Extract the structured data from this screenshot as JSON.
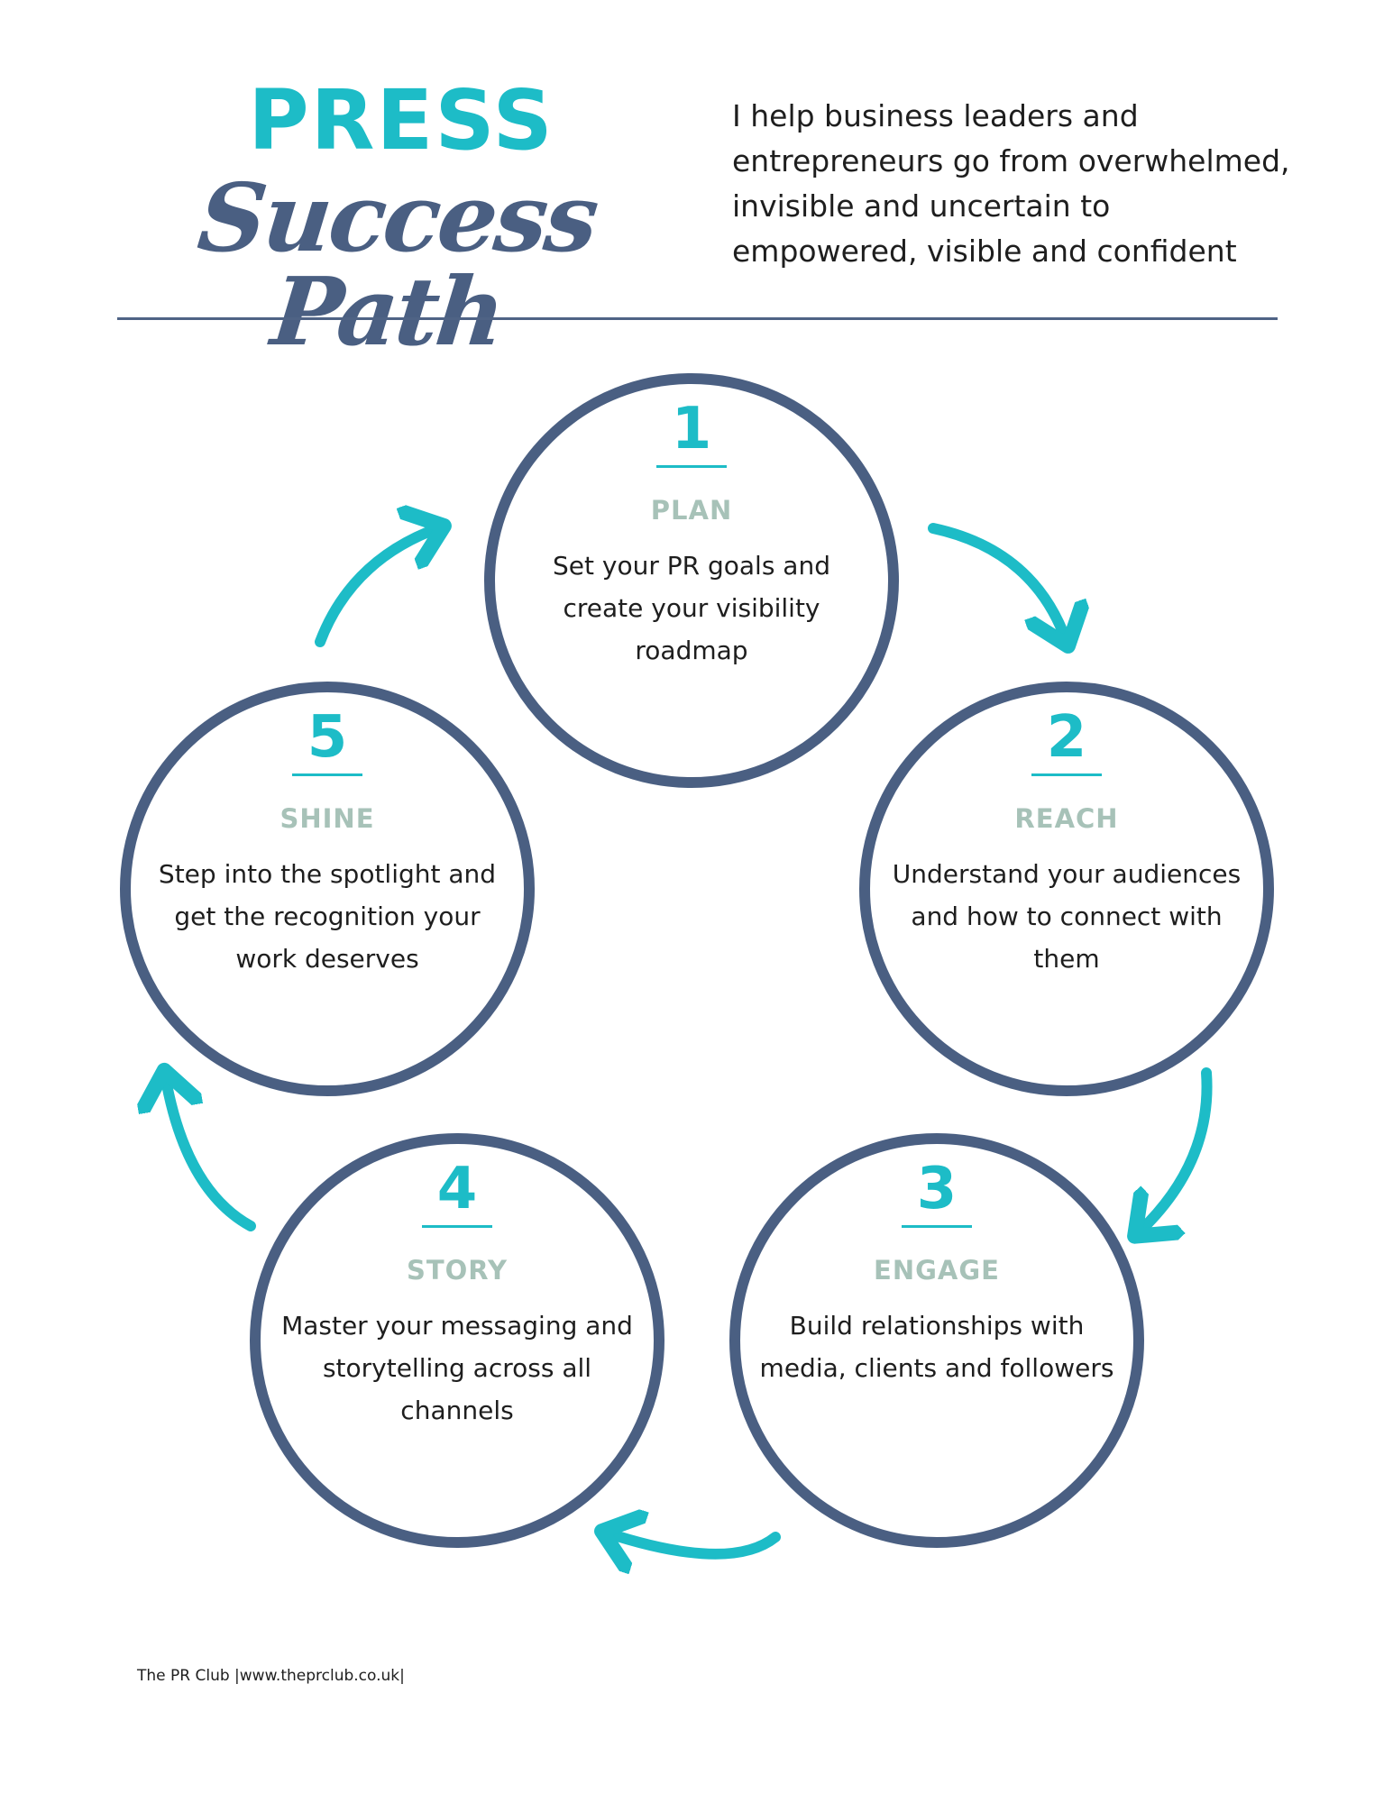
{
  "header": {
    "title_top": "PRESS",
    "title_script": "Success Path",
    "intro": "I help business leaders and entrepreneurs go from overwhelmed, invisible and uncertain to empowered, visible and confident"
  },
  "colors": {
    "teal": "#1dbcc7",
    "navy": "#4a5f82",
    "sage": "#a7c2b8"
  },
  "steps": [
    {
      "number": "1",
      "name": "PLAN",
      "text": "Set your PR goals and create your visibility roadmap"
    },
    {
      "number": "2",
      "name": "REACH",
      "text": "Understand your audiences and how to connect with them"
    },
    {
      "number": "3",
      "name": "ENGAGE",
      "text": "Build relationships with media, clients and followers"
    },
    {
      "number": "4",
      "name": "STORY",
      "text": "Master your messaging and storytelling across all channels"
    },
    {
      "number": "5",
      "name": "SHINE",
      "text": "Step into the spotlight and get the recognition your work deserves"
    }
  ],
  "footer": {
    "text": "The PR Club |www.theprclub.co.uk|"
  }
}
